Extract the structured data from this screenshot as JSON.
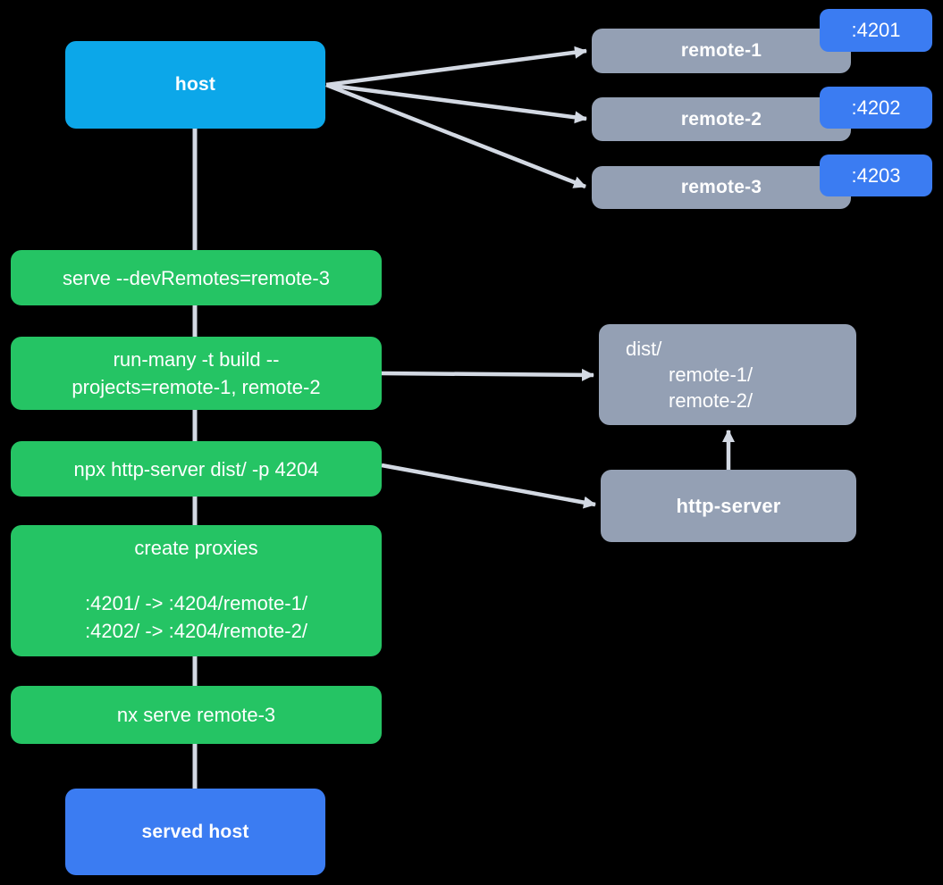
{
  "diagram": {
    "nodes": {
      "host": {
        "label": "host"
      },
      "served_host": {
        "label": "served host"
      },
      "remotes": [
        {
          "label": "remote-1",
          "port": ":4201"
        },
        {
          "label": "remote-2",
          "port": ":4202"
        },
        {
          "label": "remote-3",
          "port": ":4203"
        }
      ],
      "commands": {
        "serve": {
          "label": "serve --devRemotes=remote-3"
        },
        "run_many": {
          "line1": "run-many -t build --",
          "line2": "projects=remote-1, remote-2"
        },
        "http_server_cmd": {
          "label": "npx http-server dist/ -p 4204"
        },
        "create_proxies": {
          "title": "create proxies",
          "proxy1": ":4201/ -> :4204/remote-1/",
          "proxy2": ":4202/ -> :4204/remote-2/"
        },
        "nx_serve": {
          "label": "nx serve remote-3"
        }
      },
      "dist": {
        "line1": "dist/",
        "line2": "remote-1/",
        "line3": "remote-2/"
      },
      "http_server": {
        "label": "http-server"
      }
    },
    "colors": {
      "background": "#000000",
      "host_fill": "#0ca7e9",
      "remote_fill": "#94a0b4",
      "port_badge_fill": "#3b7cf2",
      "command_fill": "#25c464",
      "served_host_fill": "#3b7cf2",
      "artifact_fill": "#94a0b4",
      "connector": "#d3d9e3",
      "text": "#ffffff"
    }
  }
}
